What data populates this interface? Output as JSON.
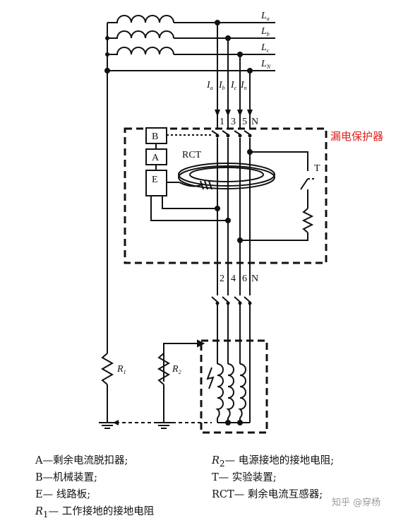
{
  "supply": {
    "phase_labels": [
      "L",
      "L",
      "L",
      "L"
    ],
    "phase_subs": [
      "a",
      "b",
      "c",
      "N"
    ],
    "current_labels": [
      "I",
      "I",
      "I",
      "I"
    ],
    "current_subs": [
      "a",
      "b",
      "c",
      "n"
    ],
    "top_terminals": [
      "1",
      "3",
      "5",
      "N"
    ],
    "bottom_terminals": [
      "2",
      "4",
      "6",
      "N"
    ]
  },
  "device": {
    "title": "漏电保护器",
    "block_b": "B",
    "block_a": "A",
    "block_e": "E",
    "rct": "RCT",
    "test": "T"
  },
  "resistors": {
    "r1": "R",
    "r1_sub": "1",
    "r2": "R",
    "r2_sub": "2"
  },
  "legend": {
    "left": [
      "A—剩余电流脱扣器;",
      "B—机械装置;",
      "E— 线路板;"
    ],
    "left_r1_prefix": "R",
    "left_r1_sub": "1",
    "left_r1_text": "— 工作接地的接地电阻",
    "right_r2_prefix": "R",
    "right_r2_sub": "2",
    "right_r2_text": "— 电源接地的接地电阻;",
    "right": [
      "T— 实验装置;",
      "RCT— 剩余电流互感器;"
    ]
  },
  "watermark": "知乎 @穿杨"
}
